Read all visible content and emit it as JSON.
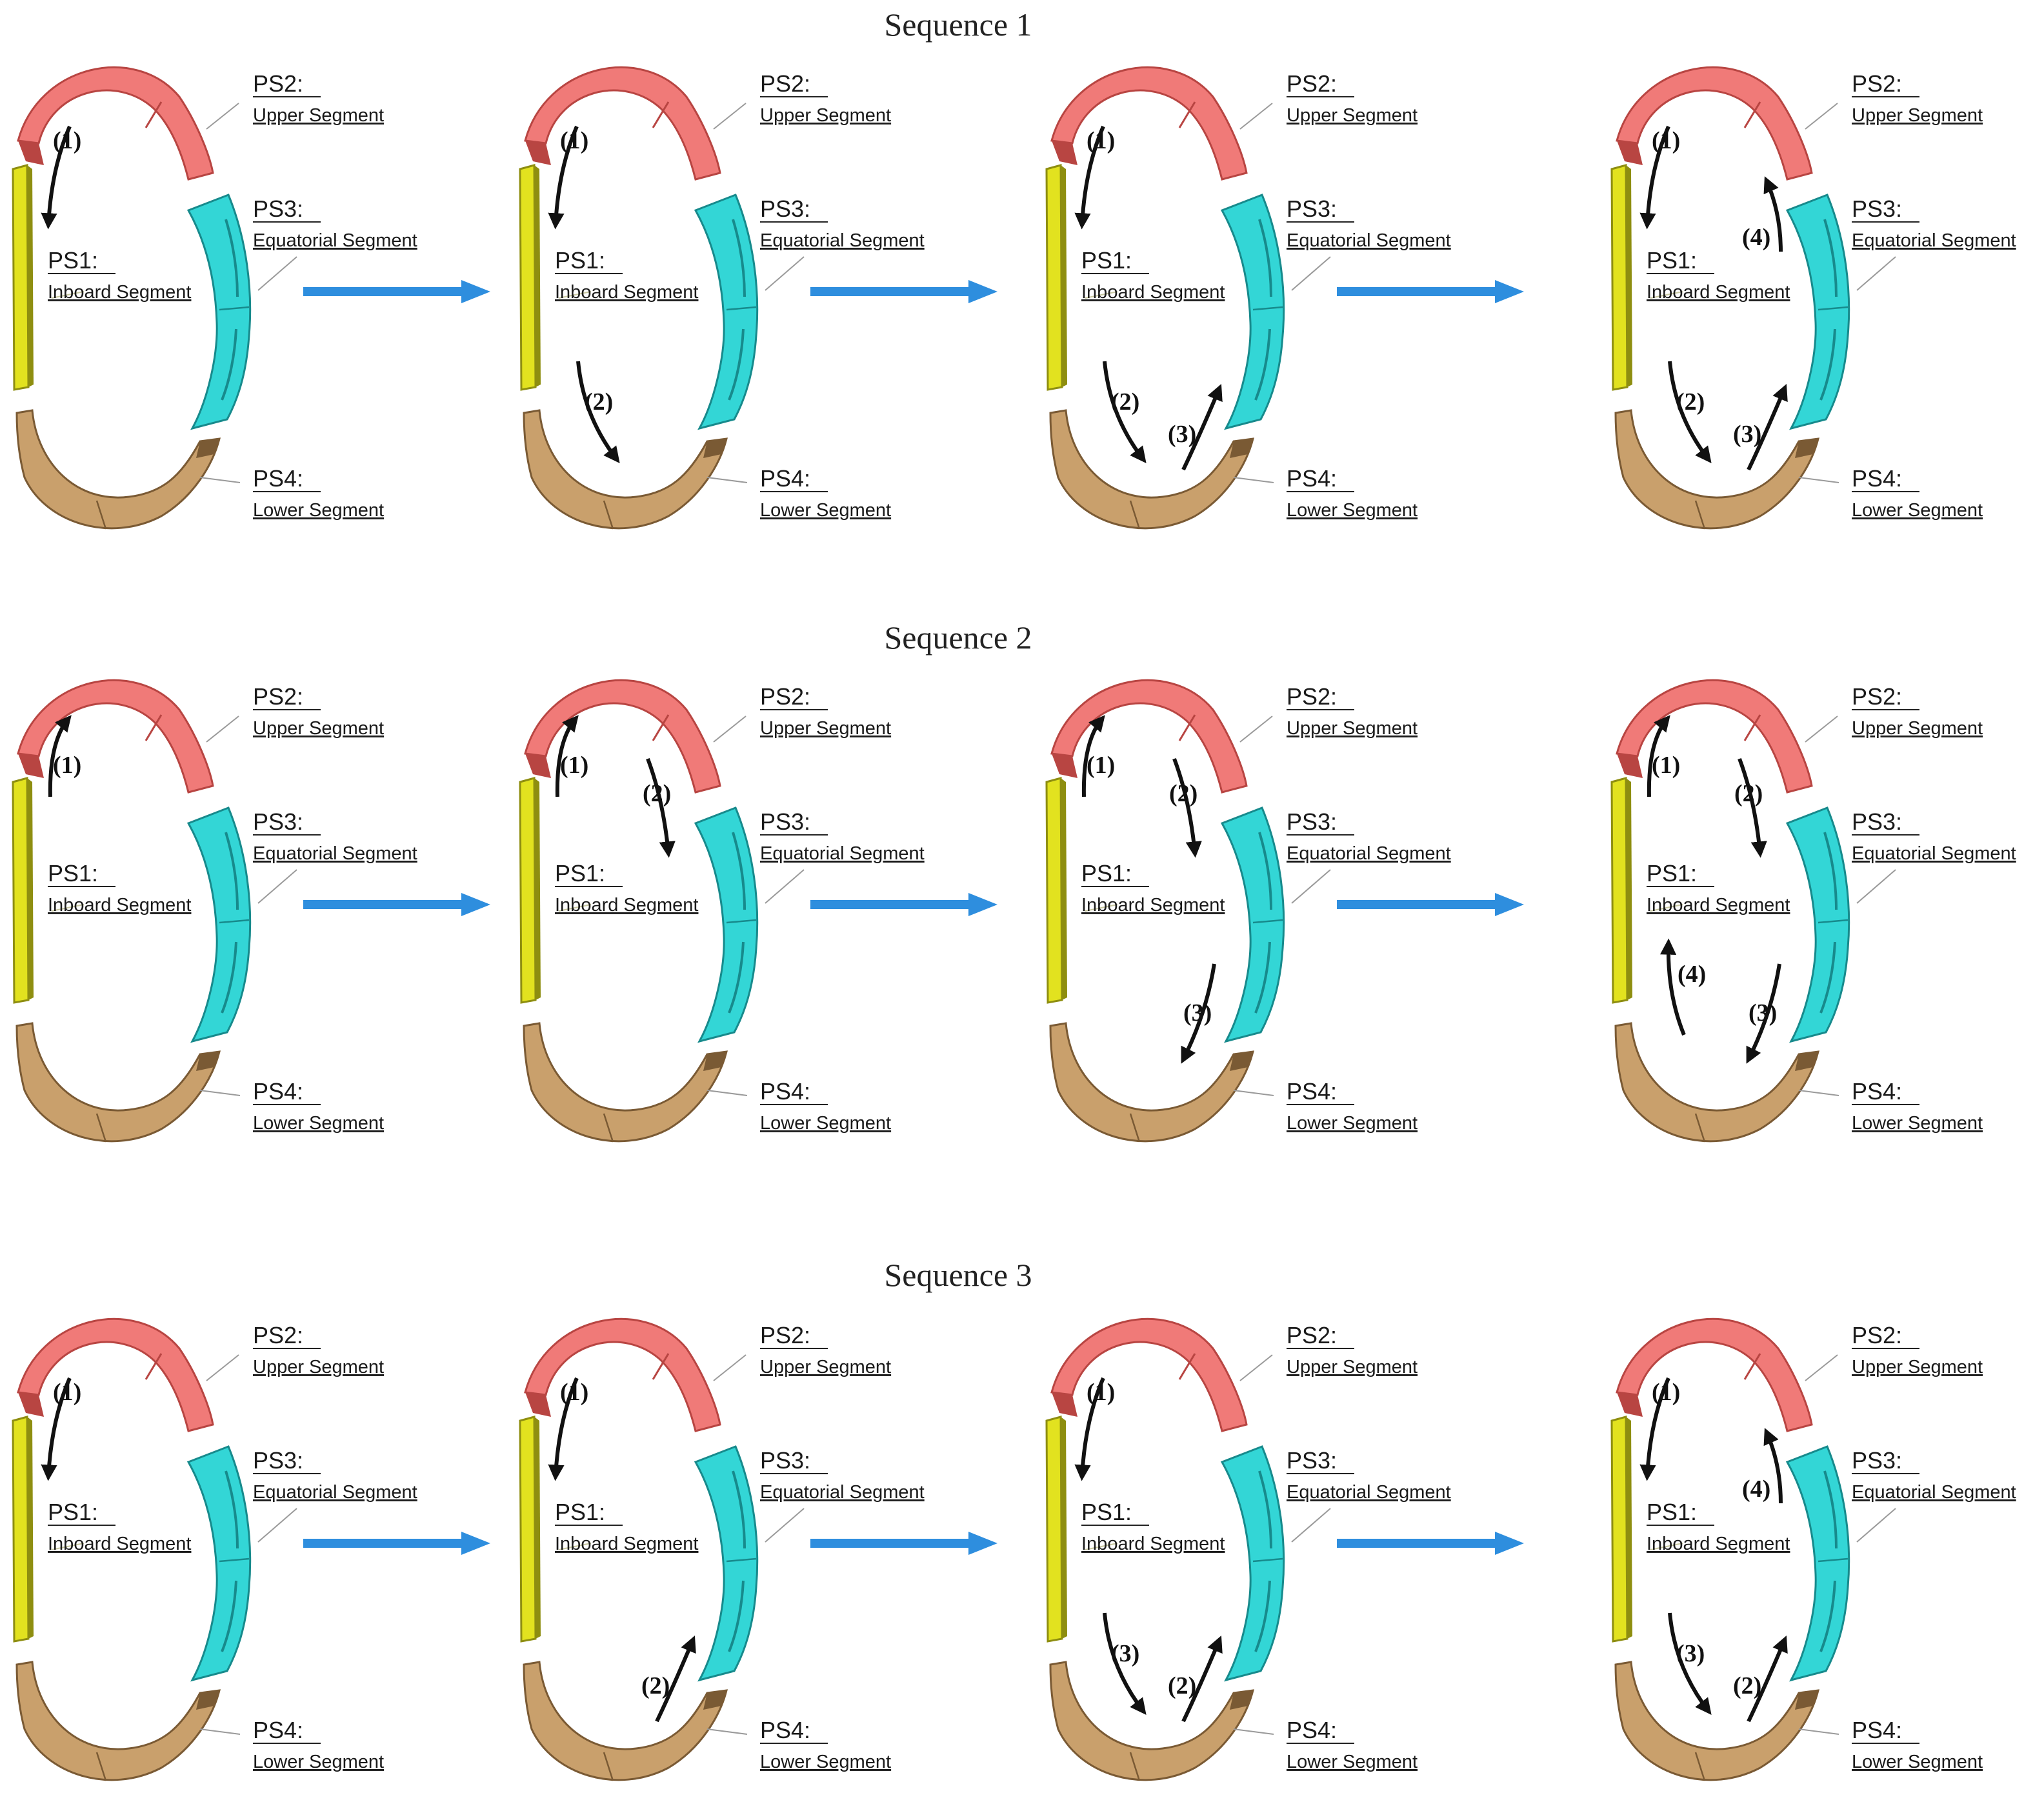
{
  "colors": {
    "upper": "#f07a78",
    "upper_dark": "#b84542",
    "equatorial": "#33d6d6",
    "equatorial_dark": "#178a8c",
    "inboard": "#e2e21f",
    "inboard_dark": "#8e8e10",
    "lower": "#c9a06c",
    "lower_dark": "#7a5a34",
    "flow_arrow": "#2e8ede",
    "step_arrow": "#111111"
  },
  "labels": {
    "ps1_code": "PS1:",
    "ps1_name": "Inboard Segment",
    "ps2_code": "PS2:",
    "ps2_name": "Upper Segment",
    "ps3_code": "PS3:",
    "ps3_name": "Equatorial Segment",
    "ps4_code": "PS4:",
    "ps4_name": "Lower Segment"
  },
  "sequences": [
    {
      "title": "Sequence 1",
      "panels": [
        {
          "steps": [
            {
              "num": "(1)",
              "path": "down_upper_left"
            }
          ]
        },
        {
          "steps": [
            {
              "num": "(1)",
              "path": "down_upper_left"
            },
            {
              "num": "(2)",
              "path": "down_lower_left"
            }
          ]
        },
        {
          "steps": [
            {
              "num": "(1)",
              "path": "down_upper_left"
            },
            {
              "num": "(2)",
              "path": "down_lower_left"
            },
            {
              "num": "(3)",
              "path": "up_lower_right"
            }
          ]
        },
        {
          "steps": [
            {
              "num": "(1)",
              "path": "down_upper_left"
            },
            {
              "num": "(2)",
              "path": "down_lower_left"
            },
            {
              "num": "(3)",
              "path": "up_lower_right"
            },
            {
              "num": "(4)",
              "path": "up_mid_right"
            }
          ]
        }
      ]
    },
    {
      "title": "Sequence 2",
      "panels": [
        {
          "steps": [
            {
              "num": "(1)",
              "path": "up_upper_left"
            }
          ]
        },
        {
          "steps": [
            {
              "num": "(1)",
              "path": "up_upper_left"
            },
            {
              "num": "(2)",
              "path": "down_upper_right"
            }
          ]
        },
        {
          "steps": [
            {
              "num": "(1)",
              "path": "up_upper_left"
            },
            {
              "num": "(2)",
              "path": "down_upper_right"
            },
            {
              "num": "(3)",
              "path": "down_lower_right"
            }
          ]
        },
        {
          "steps": [
            {
              "num": "(1)",
              "path": "up_upper_left"
            },
            {
              "num": "(2)",
              "path": "down_upper_right"
            },
            {
              "num": "(3)",
              "path": "down_lower_right"
            },
            {
              "num": "(4)",
              "path": "up_lower_left"
            }
          ]
        }
      ]
    },
    {
      "title": "Sequence 3",
      "panels": [
        {
          "steps": [
            {
              "num": "(1)",
              "path": "down_upper_left"
            }
          ]
        },
        {
          "steps": [
            {
              "num": "(1)",
              "path": "down_upper_left"
            },
            {
              "num": "(2)",
              "path": "up_lower_right"
            }
          ]
        },
        {
          "steps": [
            {
              "num": "(1)",
              "path": "down_upper_left"
            },
            {
              "num": "(2)",
              "path": "up_lower_right"
            },
            {
              "num": "(3)",
              "path": "down_lower_left"
            }
          ]
        },
        {
          "steps": [
            {
              "num": "(1)",
              "path": "down_upper_left"
            },
            {
              "num": "(2)",
              "path": "up_lower_right"
            },
            {
              "num": "(3)",
              "path": "down_lower_left"
            },
            {
              "num": "(4)",
              "path": "up_mid_right"
            }
          ]
        }
      ]
    }
  ]
}
